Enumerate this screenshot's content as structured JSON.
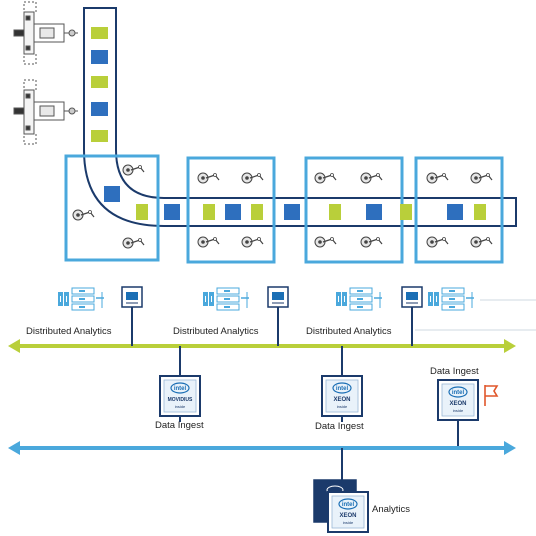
{
  "labels": {
    "distributed_analytics_1": "Distributed Analytics",
    "distributed_analytics_2": "Distributed Analytics",
    "distributed_analytics_3": "Distributed Analytics",
    "data_ingest_1": "Data Ingest",
    "data_ingest_2": "Data Ingest",
    "data_ingest_3": "Data Ingest",
    "analytics": "Analytics"
  },
  "chips": {
    "movidius": {
      "brand": "intel",
      "name": "MOVIDIUS",
      "sub": "inside"
    },
    "xeon_1": {
      "brand": "intel",
      "name": "XEON",
      "sub": "inside"
    },
    "xeon_2": {
      "brand": "intel",
      "name": "XEON",
      "sub": "inside"
    },
    "xeon_3": {
      "brand": "intel",
      "name": "XEON",
      "sub": "inside"
    }
  },
  "colors": {
    "conveyor_outline": "#1b3a6b",
    "cell_border": "#4aa8dc",
    "package_green": "#b9cf3a",
    "package_blue": "#2e6fbe",
    "bus_green": "#b9cf3a",
    "bus_blue": "#4aa8dc",
    "connector": "#1b3a6b",
    "flag": "#e0562a"
  }
}
